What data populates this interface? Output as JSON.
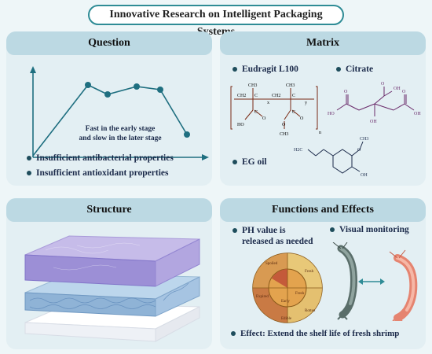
{
  "title": "Innovative Research on Intelligent Packaging Systems",
  "question": {
    "heading": "Question",
    "annotation_line1": "Fast in the early stage",
    "annotation_line2": "and slow in the later stage",
    "bullets": [
      "Insufficient antibacterial properties",
      "Insufficient antioxidant properties"
    ]
  },
  "matrix": {
    "heading": "Matrix",
    "items": [
      "Eudragit L100",
      "Citrate",
      "EG oil"
    ],
    "eudragit_labels": [
      "CH3",
      "CH3",
      "CH2",
      "CH2",
      "C",
      "C",
      "C",
      "C",
      "HO",
      "O",
      "O",
      "O",
      "CH3",
      "x",
      "y",
      "n"
    ],
    "citrate_labels": [
      "OH",
      "HO",
      "OH",
      "OH",
      "O",
      "O",
      "O"
    ],
    "eg_labels": [
      "H2C",
      "O",
      "CH3",
      "OH"
    ]
  },
  "structure": {
    "heading": "Structure"
  },
  "functions": {
    "heading": "Functions and Effects",
    "item1_line1": "PH value is",
    "item1_line2": "released as needed",
    "item2": "Visual monitoring",
    "wheel_labels": [
      "Spoiled",
      "Fresh",
      "Expired",
      "Edible",
      "Fresh",
      "Early",
      "Rotten"
    ],
    "effect": "Effect: Extend the shelf life of fresh shrimp"
  },
  "colors": {
    "accent": "#2f8c96",
    "panel": "#e3eff3",
    "panel_head": "#bcd9e3",
    "line": "#1f6f80",
    "chem": "#7a2a14",
    "chem2": "#6a2a6a"
  }
}
